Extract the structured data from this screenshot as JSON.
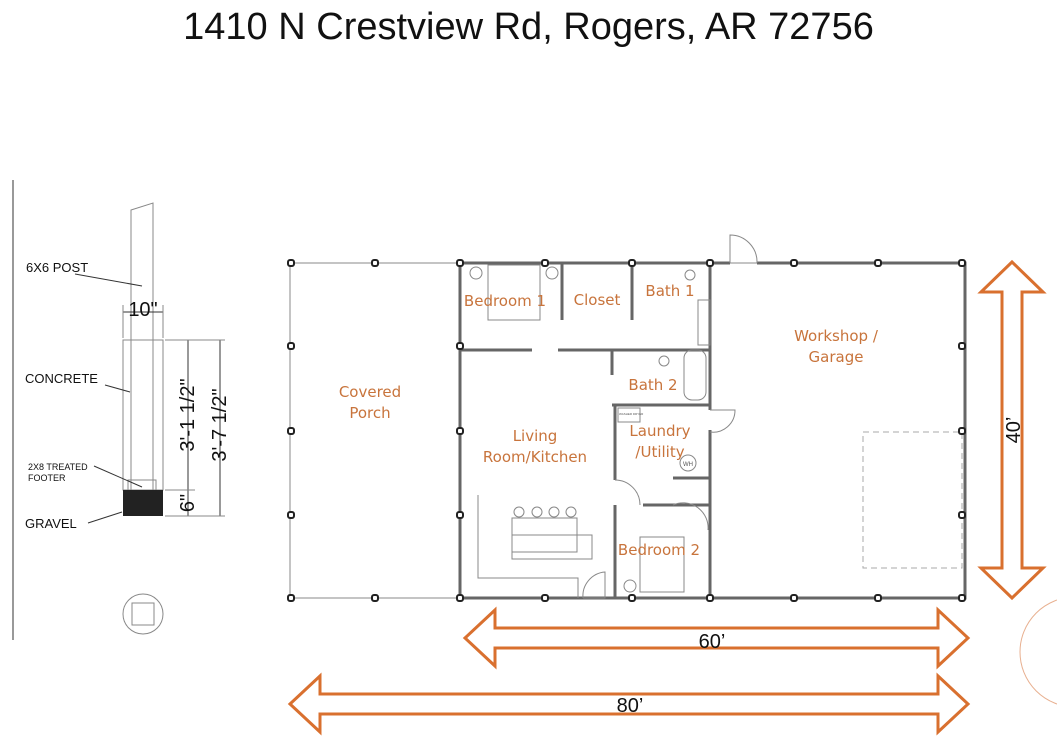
{
  "title": "1410 N Crestview Rd, Rogers, AR 72756",
  "detail": {
    "post_label": "6X6 POST",
    "width_dim": "10\"",
    "concrete_label": "CONCRETE",
    "footer_label_1": "2X8 TREATED",
    "footer_label_2": "FOOTER",
    "gravel_label": "GRAVEL",
    "dim_inner": "3'-1 1/2\"",
    "dim_outer": "3'-7 1/2\"",
    "dim_gravel": "6\""
  },
  "rooms": {
    "bedroom1": "Bedroom 1",
    "closet": "Closet",
    "bath1": "Bath 1",
    "bath2": "Bath 2",
    "porch_1": "Covered",
    "porch_2": "Porch",
    "living_1": "Living",
    "living_2": "Room/Kitchen",
    "laundry_1": "Laundry",
    "laundry_2": "/Utility",
    "bedroom2": "Bedroom 2",
    "workshop_1": "Workshop /",
    "workshop_2": "Garage",
    "water_heater": "WH",
    "washer_dryer": "WASHER DRYER"
  },
  "dimensions": {
    "depth": "40’",
    "living_width": "60’",
    "total_width": "80’"
  },
  "colors": {
    "room_label": "#c8743c",
    "arrow": "#d9702f"
  }
}
